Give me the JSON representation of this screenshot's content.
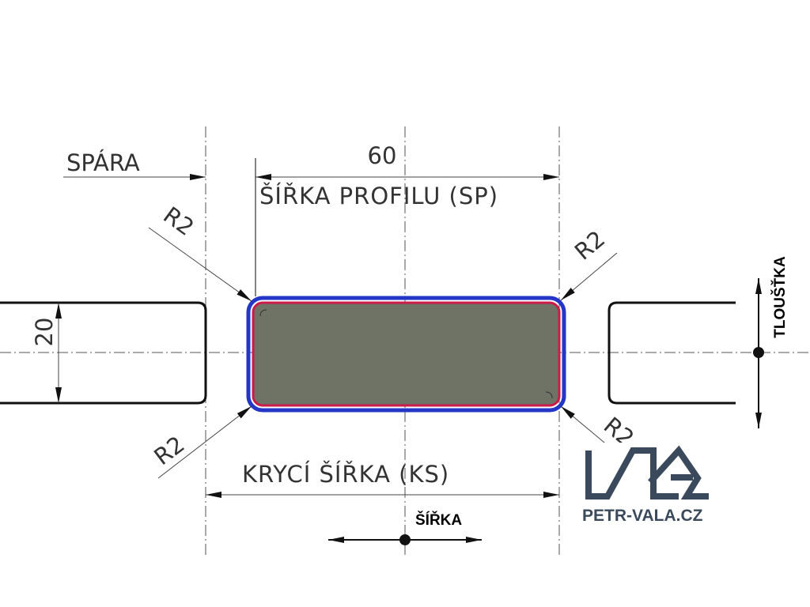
{
  "labels": {
    "gap": "SPÁRA",
    "width_value": "60",
    "profile_width": "ŠÍŘKA PROFILU (SP)",
    "cover_width": "KRYCÍ ŠÍŘKA (KS)",
    "thickness_value": "20",
    "radius_top_left": "R2",
    "radius_top_right": "R2",
    "radius_bottom_left": "R2",
    "radius_bottom_right": "R2",
    "thickness_axis": "TLOUŠŤKA",
    "width_axis": "ŠÍŘKA"
  },
  "logo": {
    "text": "PETR-VALA.CZ",
    "mark": "VLA"
  },
  "colors": {
    "profile_fill": "#6f7366",
    "outer_outline": "#2336c8",
    "inner_outline": "#cc1a4a",
    "logo": "#3a4a5c"
  }
}
